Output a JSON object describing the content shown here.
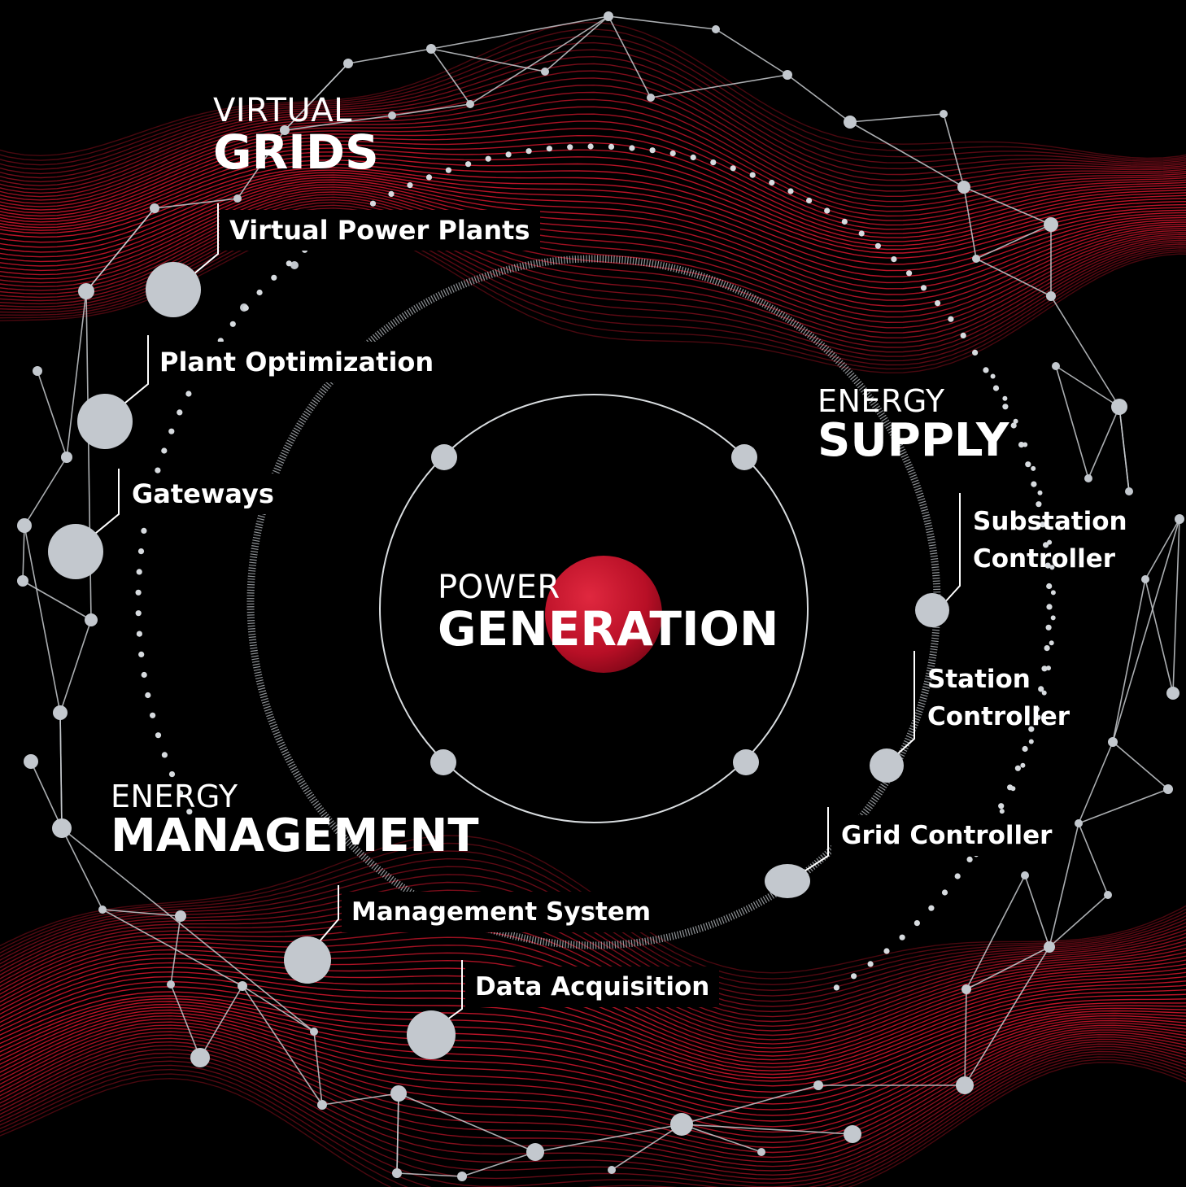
{
  "diagram": {
    "center": {
      "line1": "POWER",
      "line2": "GENERATION"
    },
    "sections": {
      "virtual_grids": {
        "line1": "VIRTUAL",
        "line2": "GRIDS"
      },
      "energy_supply": {
        "line1": "ENERGY",
        "line2": "SUPPLY"
      },
      "energy_management": {
        "line1": "ENERGY",
        "line2": "MANAGEMENT"
      }
    },
    "nodes": {
      "virtual_power_plants": "Virtual Power Plants",
      "plant_optimization": "Plant Optimization",
      "gateways": "Gateways",
      "substation_controller": {
        "line1": "Substation",
        "line2": "Controller"
      },
      "station_controller": {
        "line1": "Station",
        "line2": "Controller"
      },
      "grid_controller": "Grid Controller",
      "management_system": "Management System",
      "data_acquisition": "Data Acquisition"
    },
    "colors": {
      "background": "#000000",
      "accent_red": "#c8102e",
      "wave_red": "#d0162c",
      "node_grey": "#c3c8ce",
      "line_white": "#ffffff"
    }
  }
}
